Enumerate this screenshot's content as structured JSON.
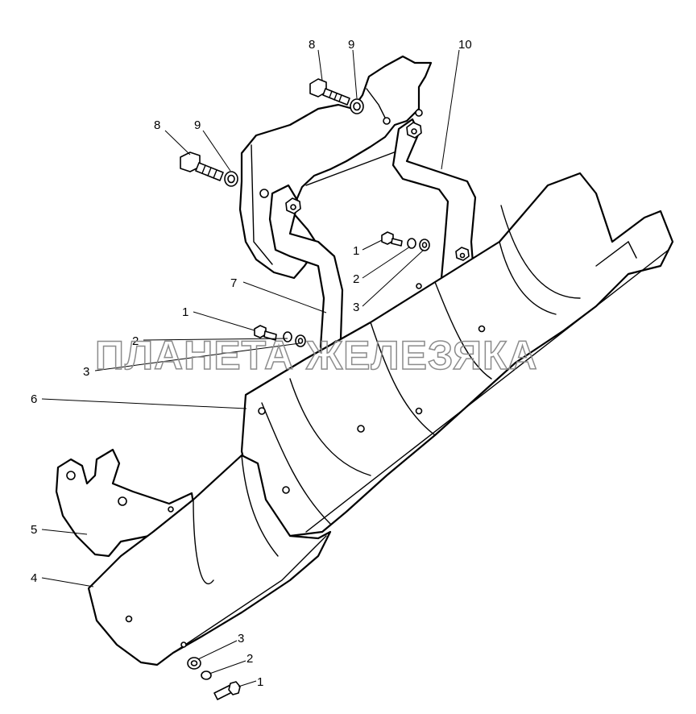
{
  "watermark": "ПЛАНЕТА ЖЕЛЕЗЯКА",
  "callouts": {
    "c1a": "1",
    "c2a": "2",
    "c3a": "3",
    "c1b": "1",
    "c2b": "2",
    "c3b": "3",
    "c1c": "1",
    "c2c": "2",
    "c3c": "3",
    "c4": "4",
    "c5": "5",
    "c6": "6",
    "c7": "7",
    "c8a": "8",
    "c9a": "9",
    "c8b": "8",
    "c9b": "9",
    "c10": "10"
  }
}
